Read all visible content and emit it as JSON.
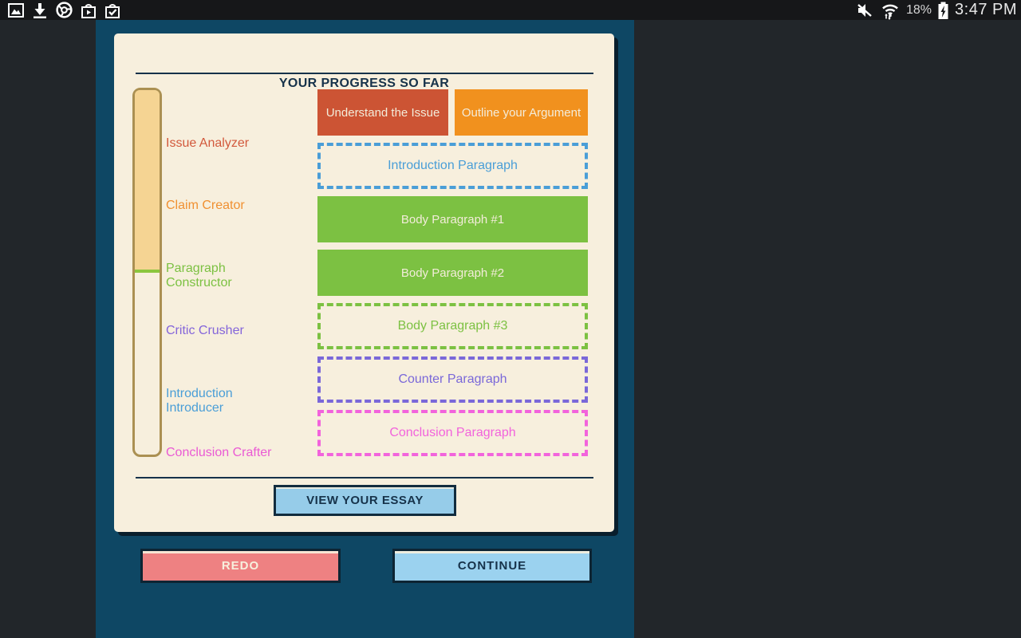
{
  "status_bar": {
    "time": "3:47 PM",
    "battery_percent": "18%",
    "left_icons": [
      "gallery-icon",
      "download-icon",
      "chrome-icon",
      "play-store-icon",
      "task-check-icon"
    ],
    "right_icons": [
      "volume-muted-icon",
      "wifi-icon",
      "battery-charging-icon"
    ]
  },
  "progress_card": {
    "title": "YOUR PROGRESS SO FAR",
    "milestones": [
      {
        "label": "Issue Analyzer",
        "color": "#d2593c"
      },
      {
        "label": "Claim Creator",
        "color": "#f09031"
      },
      {
        "label": "Paragraph Constructor",
        "color": "#7cc142"
      },
      {
        "label": "Critic Crusher",
        "color": "#8465da"
      },
      {
        "label": "Introduction Introducer",
        "color": "#4a9ed7"
      },
      {
        "label": "Conclusion Crafter",
        "color": "#ea5ad4"
      }
    ],
    "steps": [
      {
        "label": "Understand the Issue",
        "status": "complete",
        "color": "#cc5434"
      },
      {
        "label": "Outline your Argument",
        "status": "complete",
        "color": "#f1911e"
      },
      {
        "label": "Introduction Paragraph",
        "status": "incomplete",
        "color": "#4a9ed7"
      },
      {
        "label": "Body Paragraph #1",
        "status": "complete",
        "color": "#7cc142"
      },
      {
        "label": "Body Paragraph #2",
        "status": "complete",
        "color": "#7cc142"
      },
      {
        "label": "Body Paragraph #3",
        "status": "incomplete",
        "color": "#7cc142"
      },
      {
        "label": "Counter Paragraph",
        "status": "incomplete",
        "color": "#7a68d9"
      },
      {
        "label": "Conclusion Paragraph",
        "status": "incomplete",
        "color": "#f263dc"
      }
    ],
    "view_essay_button": "VIEW YOUR ESSAY"
  },
  "footer": {
    "redo_button": "REDO",
    "continue_button": "CONTINUE"
  },
  "colors": {
    "background": "#22262a",
    "status_bar": "#161719",
    "panel_teal": "#0e4764",
    "card_cream": "#f7efdd",
    "ink_navy": "#16324a",
    "progress_fill": "#f5d493",
    "progress_border": "#ab9052",
    "progress_divider": "#8cc63e"
  }
}
